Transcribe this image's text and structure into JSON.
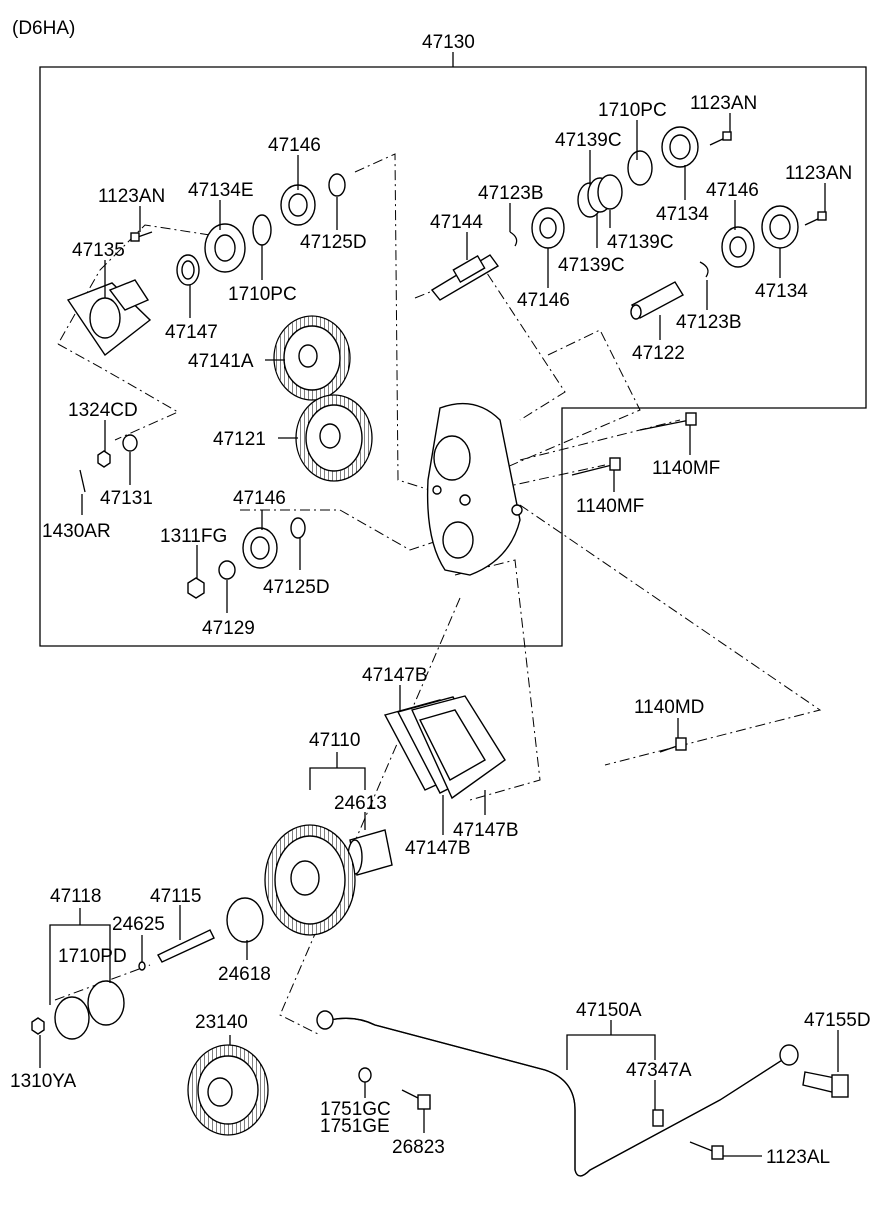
{
  "engine": "(D6HA)",
  "labels": {
    "l47130": "47130",
    "l1710PC_a": "1710PC",
    "l1123AN_a": "1123AN",
    "l47146_a": "47146",
    "l47139C_a": "47139C",
    "l1123AN_b": "1123AN",
    "l47134E": "47134E",
    "l47123B_a": "47123B",
    "l47146_b": "47146",
    "l1123AN_c": "1123AN",
    "l47135": "47135",
    "l47125D_a": "47125D",
    "l47144": "47144",
    "l47134_a": "47134",
    "l47139C_b": "47139C",
    "l47139C_c": "47139C",
    "l1710PC_b": "1710PC",
    "l47146_c": "47146",
    "l47134_b": "47134",
    "l47147": "47147",
    "l47123B_b": "47123B",
    "l47141A": "47141A",
    "l47122": "47122",
    "l1324CD": "1324CD",
    "l47121": "47121",
    "l1140MF_a": "1140MF",
    "l47131": "47131",
    "l1140MF_b": "1140MF",
    "l1430AR": "1430AR",
    "l47146_d": "47146",
    "l1311FG": "1311FG",
    "l47125D_b": "47125D",
    "l47129": "47129",
    "l47147B_a": "47147B",
    "l1140MD": "1140MD",
    "l47110": "47110",
    "l24613": "24613",
    "l47147B_b": "47147B",
    "l47147B_c": "47147B",
    "l47118": "47118",
    "l47115": "47115",
    "l24625": "24625",
    "l1710PD": "1710PD",
    "l24618": "24618",
    "l47150A": "47150A",
    "l47155D": "47155D",
    "l23140": "23140",
    "l47347A": "47347A",
    "l1310YA": "1310YA",
    "l1751GC": "1751GC",
    "l1751GE": "1751GE",
    "l26823": "26823",
    "l1123AL": "1123AL"
  }
}
